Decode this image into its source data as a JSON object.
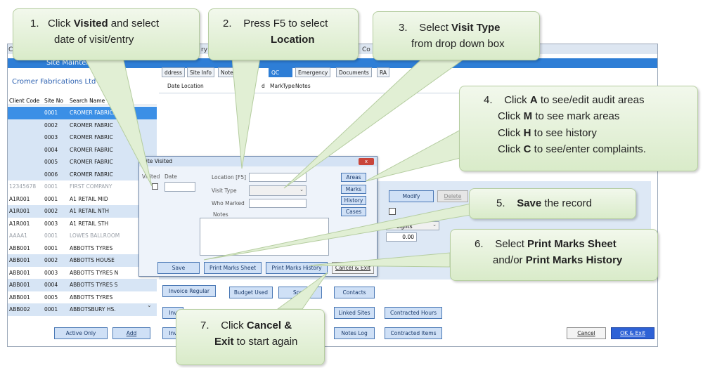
{
  "app": {
    "title_fragment_left": "C",
    "title_fragment_mid": "ry",
    "title_fragment_right": "Co",
    "breadcrumb": "Site Maintenance",
    "company": "Cromer Fabrications Ltd"
  },
  "tabs": [
    "ddress",
    "Site Info",
    "Note",
    "QC",
    "Emergency",
    "Documents",
    "RA"
  ],
  "grid_headers": [
    "Date",
    "Location",
    "d",
    "Mark",
    "Type",
    "Notes"
  ],
  "list": {
    "headers": [
      "Client Code",
      "Site No",
      "Search Name"
    ],
    "rows": [
      {
        "code": "",
        "site": "0001",
        "name": "CROMER FABRICAT",
        "style": "sel"
      },
      {
        "code": "",
        "site": "0002",
        "name": "CROMER FABRIC",
        "style": "alt"
      },
      {
        "code": "",
        "site": "0003",
        "name": "CROMER FABRIC",
        "style": "alt"
      },
      {
        "code": "",
        "site": "0004",
        "name": "CROMER FABRIC",
        "style": "alt"
      },
      {
        "code": "",
        "site": "0005",
        "name": "CROMER FABRIC",
        "style": "alt"
      },
      {
        "code": "",
        "site": "0006",
        "name": "CROMER FABRIC",
        "style": "alt"
      },
      {
        "code": "12345678",
        "site": "0001",
        "name": "FIRST COMPANY",
        "style": "grey"
      },
      {
        "code": "A1R001",
        "site": "0001",
        "name": "A1 RETAIL MID",
        "style": ""
      },
      {
        "code": "A1R001",
        "site": "0002",
        "name": "A1 RETAIL NTH",
        "style": "alt"
      },
      {
        "code": "A1R001",
        "site": "0003",
        "name": "A1 RETAIL STH",
        "style": ""
      },
      {
        "code": "AAAA1",
        "site": "0001",
        "name": "LOWES BALLROOM",
        "style": "grey"
      },
      {
        "code": "ABB001",
        "site": "0001",
        "name": "ABBOTTS TYRES",
        "style": ""
      },
      {
        "code": "ABB001",
        "site": "0002",
        "name": "ABBOTTS HOUSE",
        "style": "alt"
      },
      {
        "code": "ABB001",
        "site": "0003",
        "name": "ABBOTTS TYRES N",
        "style": ""
      },
      {
        "code": "ABB001",
        "site": "0004",
        "name": "ABBOTTS TYRES S",
        "style": "alt"
      },
      {
        "code": "ABB001",
        "site": "0005",
        "name": "ABBOTTS TYRES",
        "style": ""
      },
      {
        "code": "ABB002",
        "site": "0001",
        "name": "ABBOTSBURY HS.",
        "style": "alt"
      }
    ],
    "active_only": "Active Only",
    "add": "Add"
  },
  "form": {
    "modify": "Modify",
    "delete": "Delete",
    "select_value": "Lights",
    "amount": "0.00"
  },
  "bottom_buttons": {
    "invoice_regular": "Invoice Regular",
    "budget_used": "Budget Used",
    "special": "Speci",
    "contacts": "Contacts",
    "linked_sites": "Linked Sites",
    "contracted_hours": "Contracted Hours",
    "notes_log": "Notes Log",
    "contracted_items": "Contracted Items",
    "partial_1": "Inv",
    "partial_2": "Inv",
    "cancel": "Cancel",
    "ok_exit": "OK & Exit"
  },
  "dialog": {
    "title": "Site Visited",
    "close": "x",
    "visited_label": "Visited",
    "date_label": "Date",
    "location_label": "Location [F5]",
    "visit_type_label": "Visit Type",
    "who_marked_label": "Who Marked",
    "notes_label": "Notes",
    "areas": "Areas",
    "marks": "Marks",
    "history": "History",
    "cases": "Cases",
    "save": "Save",
    "print_marks_sheet": "Print Marks Sheet",
    "print_marks_history": "Print Marks History",
    "cancel_exit": "Cancel & Exit"
  },
  "callouts": {
    "c1": {
      "num": "1.",
      "pre": "Click ",
      "bold": "Visited",
      "post": " and select",
      "line2": "date of visit/entry"
    },
    "c2": {
      "num": "2.",
      "line1": "Press F5 to select",
      "bold": "Location"
    },
    "c3": {
      "num": "3.",
      "pre": "Select ",
      "bold": "Visit Type",
      "line2": "from drop down box"
    },
    "c4": {
      "num": "4.",
      "l1_pre": "Click ",
      "l1_bold": "A",
      "l1_post": " to see/edit audit areas",
      "l2_pre": "Click ",
      "l2_bold": "M",
      "l2_post": " to see mark areas",
      "l3_pre": "Click ",
      "l3_bold": "H",
      "l3_post": " to see history",
      "l4_pre": "Click ",
      "l4_bold": "C",
      "l4_post": " to see/enter complaints."
    },
    "c5": {
      "num": "5.",
      "bold": "Save",
      "post": " the record"
    },
    "c6": {
      "num": "6.",
      "pre": "Select ",
      "bold1": "Print Marks Sheet",
      "mid": "and/or ",
      "bold2": "Print Marks History"
    },
    "c7": {
      "num": "7.",
      "pre": "Click ",
      "bold1": "Cancel &",
      "bold2": "Exit",
      "post": " to start again"
    }
  },
  "colors": {
    "accent_blue": "#2e7ed6",
    "selected_row": "#3b8fe6",
    "callout_green": "#d9ebc9",
    "ok_button": "#2e62d6"
  }
}
